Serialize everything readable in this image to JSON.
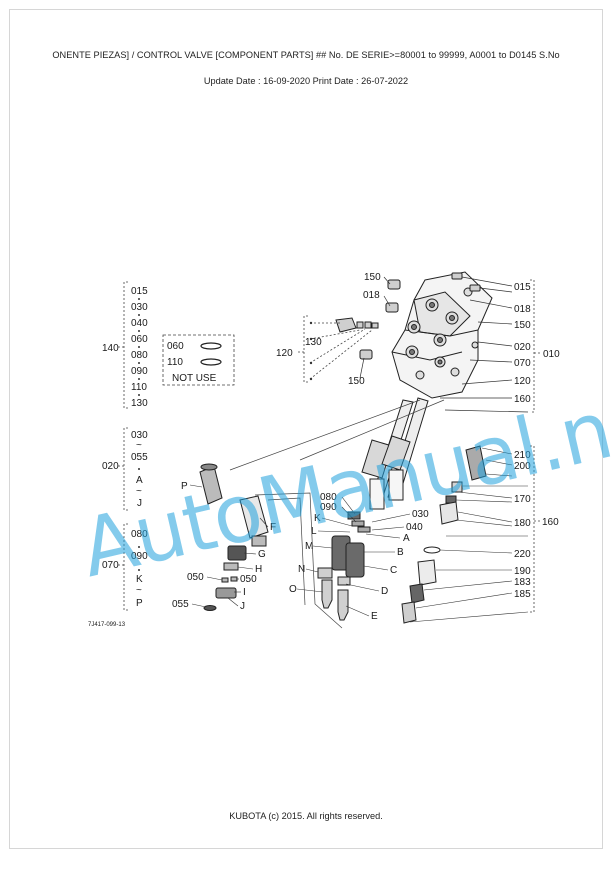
{
  "header": {
    "title": "ONENTE PIEZAS] / CONTROL VALVE [COMPONENT PARTS] ## No. DE SERIE>=80001 to 99999, A0001 to D0145 S.No",
    "dates": "Update Date : 16-09-2020   Print Date : 26-07-2022"
  },
  "footer": "KUBOTA (c) 2015. All rights reserved.",
  "watermark": "AutoManual.net",
  "figure_code": "7J417-099-13",
  "groups": {
    "g140": {
      "id": "140",
      "items": [
        "015",
        "030",
        "040",
        "060",
        "080",
        "090",
        "110",
        "130"
      ]
    },
    "g020": {
      "id": "020",
      "items": [
        "030",
        "~",
        "055",
        "A",
        "~",
        "J"
      ]
    },
    "g070": {
      "id": "070",
      "items": [
        "080",
        "090",
        "K",
        "~",
        "P"
      ]
    }
  },
  "not_use": {
    "items": [
      "060",
      "110"
    ],
    "text": "NOT USE"
  },
  "callouts": {
    "c150a": "150",
    "c018a": "018",
    "c120": "120",
    "c130": "130",
    "c150b": "150",
    "r015": "015",
    "r018": "018",
    "r150": "150",
    "r020": "020",
    "r070": "070",
    "r120": "120",
    "r010": "010",
    "r160": "160",
    "r210": "210",
    "r200": "200",
    "r170": "170",
    "r180": "180",
    "r220": "220",
    "r190": "190",
    "r183": "183",
    "r185": "185",
    "r160b": "160",
    "m080": "080",
    "m090": "090",
    "mK": "K",
    "mL": "L",
    "mM": "M",
    "mN": "N",
    "mO": "O",
    "m030": "030",
    "m040": "040",
    "mA": "A",
    "mB": "B",
    "mC": "C",
    "mD": "D",
    "mE": "E",
    "lP": "P",
    "lF": "F",
    "lG": "G",
    "lH": "H",
    "l050a": "050",
    "l050b": "050",
    "lI": "I",
    "l055": "055",
    "lJ": "J"
  }
}
